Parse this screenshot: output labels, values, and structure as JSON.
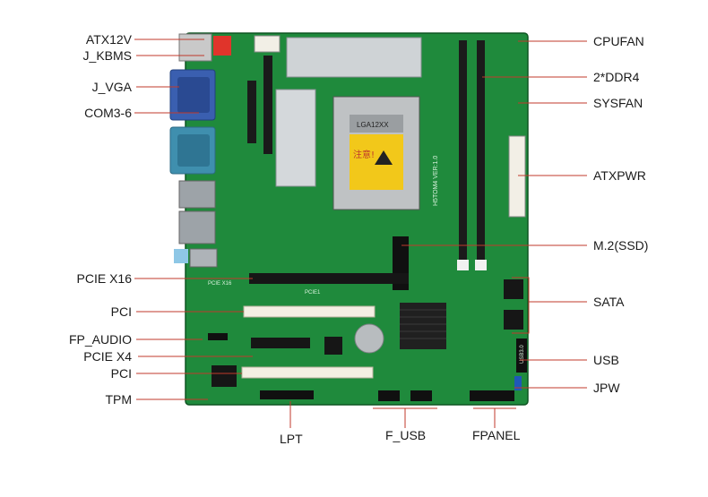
{
  "left_labels": [
    {
      "id": "atx12v",
      "text": "ATX12V"
    },
    {
      "id": "j-kbms",
      "text": "J_KBMS"
    },
    {
      "id": "j-vga",
      "text": "J_VGA"
    },
    {
      "id": "com3-6",
      "text": "COM3-6"
    },
    {
      "id": "pcie-x16",
      "text": "PCIE X16"
    },
    {
      "id": "pci-1",
      "text": "PCI"
    },
    {
      "id": "fp-audio",
      "text": "FP_AUDIO"
    },
    {
      "id": "pcie-x4",
      "text": "PCIE X4"
    },
    {
      "id": "pci-2",
      "text": "PCI"
    },
    {
      "id": "tpm",
      "text": "TPM"
    }
  ],
  "right_labels": [
    {
      "id": "cpufan",
      "text": "CPUFAN"
    },
    {
      "id": "ddr4",
      "text": "2*DDR4"
    },
    {
      "id": "sysfan",
      "text": "SYSFAN"
    },
    {
      "id": "atxpwr",
      "text": "ATXPWR"
    },
    {
      "id": "m2-ssd",
      "text": "M.2(SSD)"
    },
    {
      "id": "sata",
      "text": "SATA"
    },
    {
      "id": "usb",
      "text": "USB"
    },
    {
      "id": "jpw",
      "text": "JPW"
    }
  ],
  "bottom_labels": [
    {
      "id": "lpt",
      "text": "LPT"
    },
    {
      "id": "f-usb",
      "text": "F_USB"
    },
    {
      "id": "fpanel",
      "text": "FPANEL"
    }
  ],
  "board_print": {
    "socket": "LGA12XX",
    "warning": "注意!",
    "model": "H5TOM4 VER:1.0",
    "slot_x16": "PCIE X16",
    "slot_x4": "PCIE1",
    "usb_header": "USB3.0"
  },
  "colors": {
    "pcb": "#1f8a3c",
    "pcb_dark": "#176e2f",
    "leader_line": "#c0392b",
    "label_text": "#1a1a1a"
  }
}
